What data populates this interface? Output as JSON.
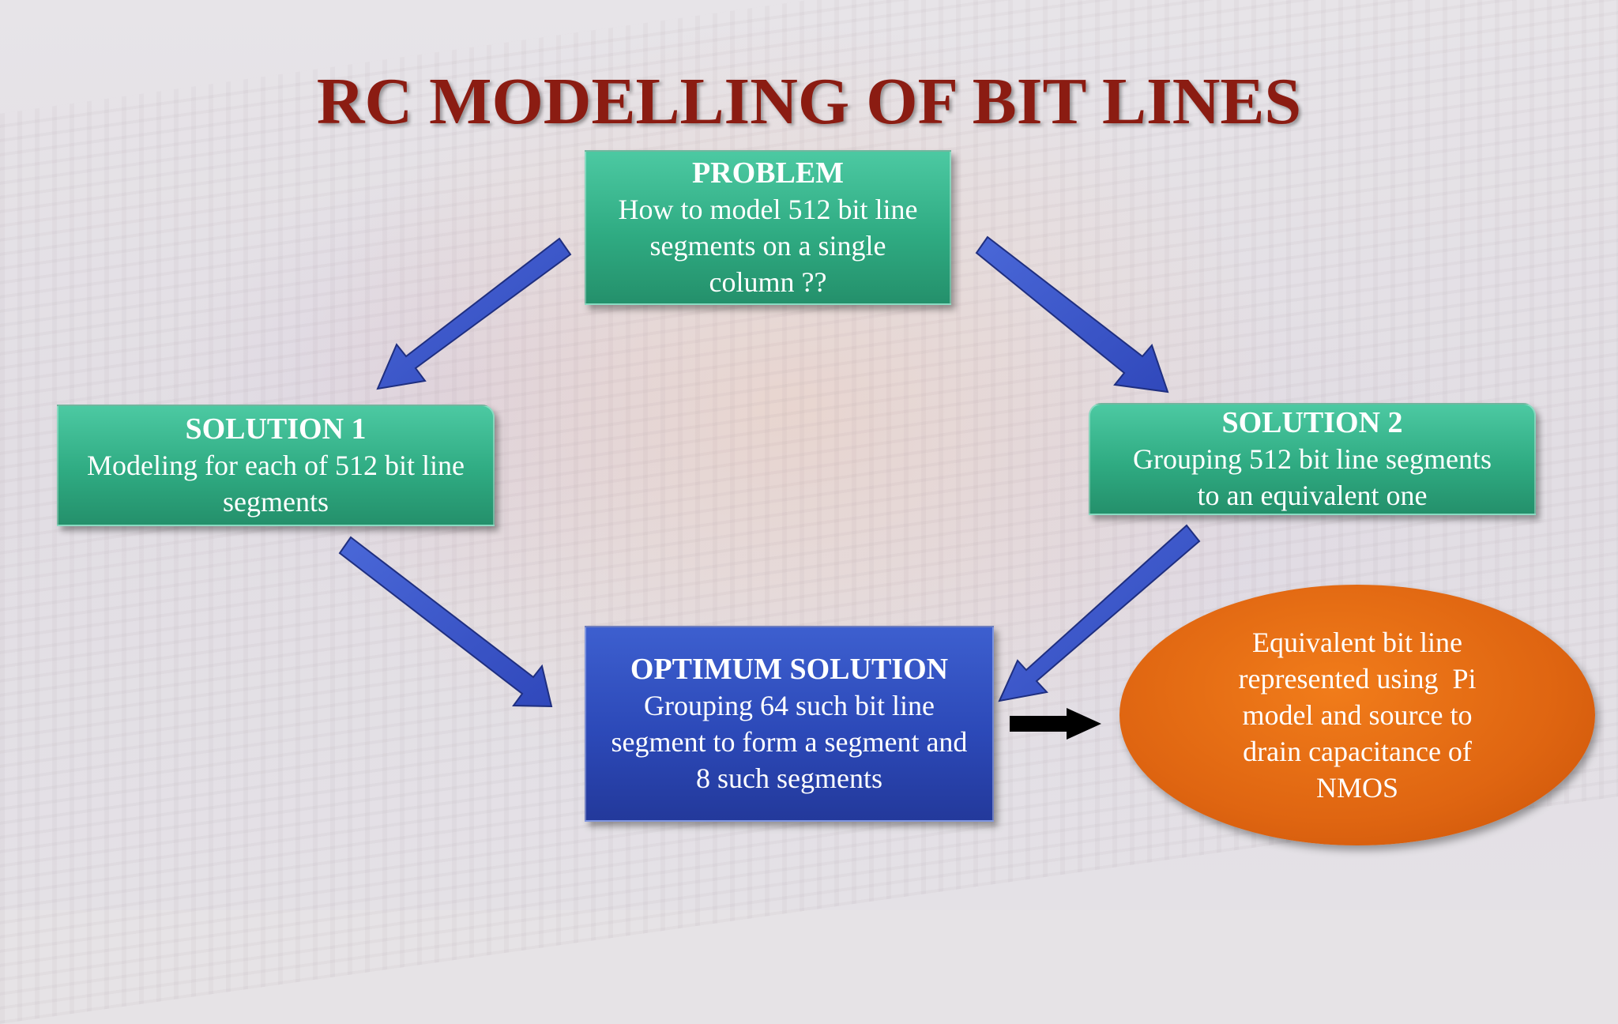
{
  "slide": {
    "title": "RC MODELLING OF BIT LINES"
  },
  "problem": {
    "heading": "PROBLEM",
    "lines": [
      "How to model 512 bit line",
      "segments on a single",
      "column ??"
    ]
  },
  "solution1": {
    "heading": "SOLUTION 1",
    "lines": [
      "Modeling for each of 512 bit line",
      "segments"
    ]
  },
  "solution2": {
    "heading": "SOLUTION 2",
    "lines": [
      "Grouping 512 bit line segments",
      "to an equivalent one"
    ]
  },
  "optimum": {
    "heading": "OPTIMUM SOLUTION",
    "lines": [
      "Grouping 64 such bit line",
      "segment to form a segment and",
      "8 such segments"
    ]
  },
  "result": {
    "lines": [
      "Equivalent bit line",
      "represented using  Pi",
      "model and source to",
      "drain capacitance of",
      "NMOS"
    ]
  },
  "colors": {
    "title": "#8b1c12",
    "green_box": "#2fab82",
    "blue_box": "#2c49b8",
    "arrow_blue": "#3a56cc",
    "ellipse_orange": "#e56a12",
    "black_arrow": "#000000"
  }
}
